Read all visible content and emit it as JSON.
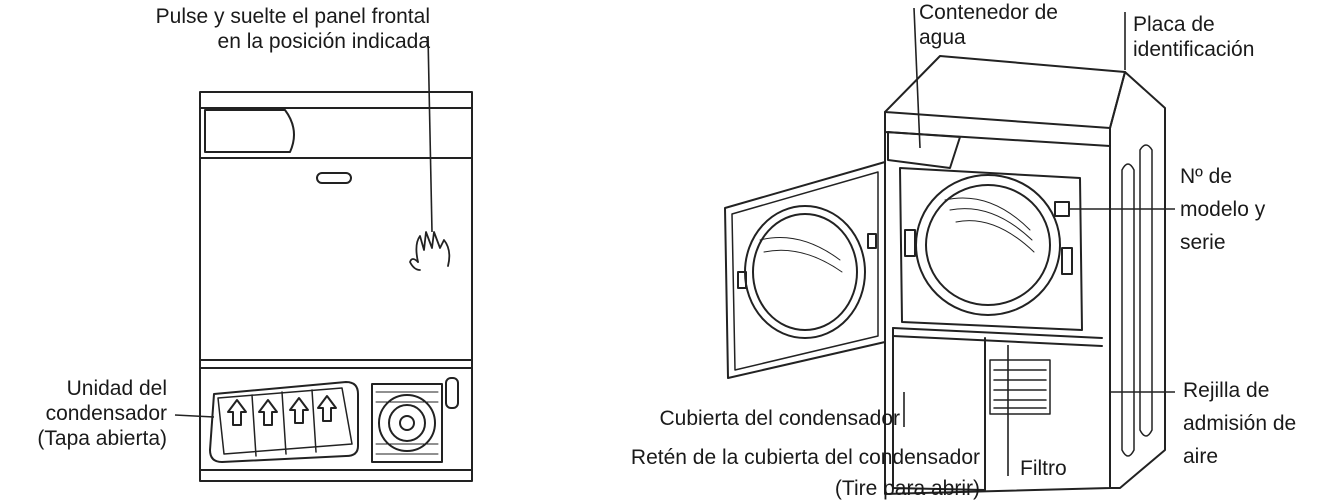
{
  "labels": {
    "front_panel": [
      "Pulse y suelte el panel frontal",
      "en la posición indicada"
    ],
    "condenser_unit": [
      "Unidad del",
      "condensador",
      "(Tapa abierta)"
    ],
    "water_container": [
      "Contenedor de",
      "agua"
    ],
    "id_plate": [
      "Placa de",
      "identificación"
    ],
    "model_serial": [
      "Nº de",
      "modelo y",
      "serie"
    ],
    "air_grille": [
      "Rejilla de",
      "admisión de",
      "aire"
    ],
    "condenser_cover": "Cubierta del condensador",
    "cover_retainer": [
      "Retén de la cubierta del condensador",
      "(Tire para abrir)"
    ],
    "filter": "Filtro"
  },
  "colors": {
    "ink": "#1a1a1a",
    "line": "#222222",
    "paper": "#ffffff"
  }
}
